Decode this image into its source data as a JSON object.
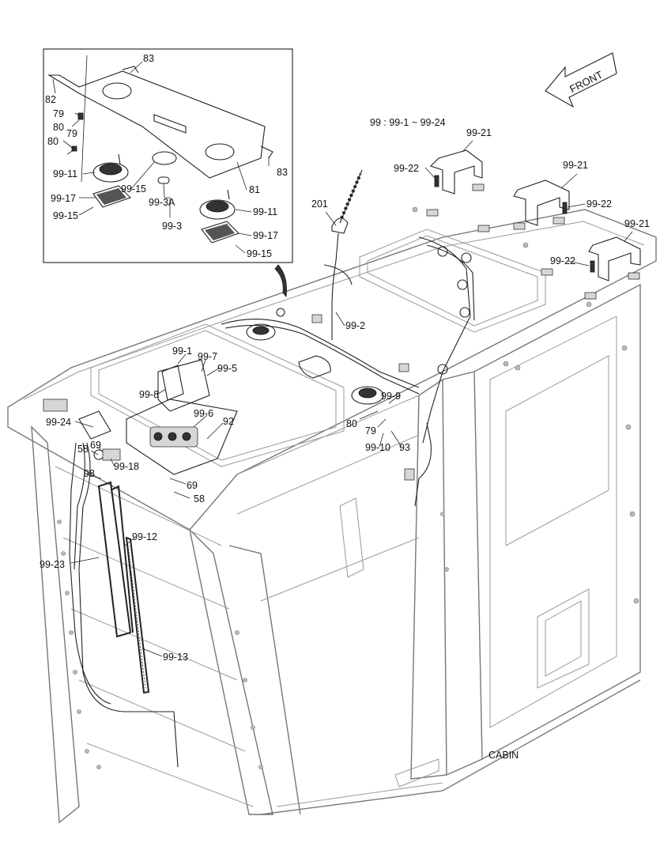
{
  "header": {
    "front_label": "FRONT",
    "range_note": "99 : 99-1 ~ 99-24",
    "footer_caption": "CABIN"
  },
  "inset_labels": {
    "l83a": "83",
    "l82": "82",
    "l79a": "79",
    "l80a": "80",
    "l79b": "79",
    "l80b": "80",
    "l99_11a": "99-11",
    "l99_15a": "99-15",
    "l99_3a": "99-3A",
    "l99_17a": "99-17",
    "l99_15b": "99-15",
    "l99_3": "99-3",
    "l81": "81",
    "l83b": "83",
    "l99_11b": "99-11",
    "l99_17b": "99-17",
    "l99_15c": "99-15"
  },
  "main_labels": {
    "l99_21a": "99-21",
    "l99_22a": "99-22",
    "l99_21b": "99-21",
    "l99_22b": "99-22",
    "l99_21c": "99-21",
    "l99_22c": "99-22",
    "l201": "201",
    "l99_2": "99-2",
    "l99_1": "99-1",
    "l99_7": "99-7",
    "l99_5": "99-5",
    "l99_8": "99-8",
    "l99_6": "99-6",
    "l92": "92",
    "l99_24": "99-24",
    "l58a": "58",
    "l69a": "69",
    "l99_18": "99-18",
    "l98": "98",
    "l69b": "69",
    "l58b": "58",
    "l99_9": "99-9",
    "l80": "80",
    "l79": "79",
    "l99_10": "99-10",
    "l93": "93",
    "l99_12": "99-12",
    "l99_23": "99-23",
    "l99_13": "99-13"
  }
}
